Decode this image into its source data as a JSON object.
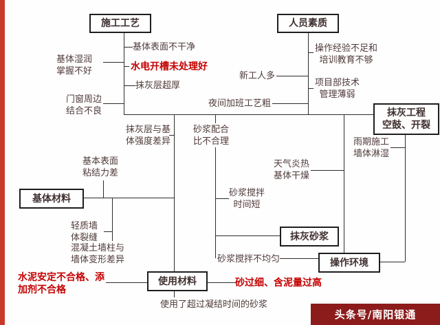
{
  "colors": {
    "accent_strip": "#c9392b",
    "banner_bg": "#8c1c1c",
    "label_text": "#503a3a",
    "highlight_red": "#c40000",
    "line": "#2b2b2b"
  },
  "banner": {
    "text": "头条号/南阳银通"
  },
  "boxes": {
    "construction_process": "施工工艺",
    "personnel_quality": "人员素质",
    "effect": "抹灰工程\n空鼓、开裂",
    "base_material": "基体材料",
    "plaster_mortar": "抹灰砂浆",
    "operating_environment": "操作环境",
    "used_material": "使用材料"
  },
  "labels": {
    "surface_not_clean": "基体表面不干净",
    "hydro_slot_untreated": "水电开槽未处理好",
    "base_wetting": "基体湿润\n掌握不好",
    "plaster_too_thick": "抹灰层超厚",
    "door_window_bond": "门窗周边\n结合不良",
    "experience_training": "操作经验不足和\n培训教育不够",
    "new_workers": "新工人多",
    "project_mgmt_weak": "项目部技术\n管理薄弱",
    "night_shift_rough": "夜间加班工艺粗",
    "strength_difference": "抹灰层与基\n体强度差异",
    "mix_ratio_bad": "砂浆配合\n比不合理",
    "poor_adhesion": "基本表面\n粘结力差",
    "hot_weather_dry": "天气炎热\n基体干燥",
    "rainy_wet_wall": "雨期施工\n墙体淋湿",
    "short_mix_time": "砂浆搅拌\n时间短",
    "light_wall_crack": "轻质墙\n体裂缝",
    "concrete_deform_diff": "混凝土墙柱与\n墙体变形差异",
    "uneven_mixing": "砂浆搅拌不均匀",
    "cement_additive_bad": "水泥安定不合格、添\n加剂不合格",
    "fine_sand_mud": "砂过细、含泥量过高",
    "expired_mortar": "使用了超过凝结时间的砂浆"
  }
}
